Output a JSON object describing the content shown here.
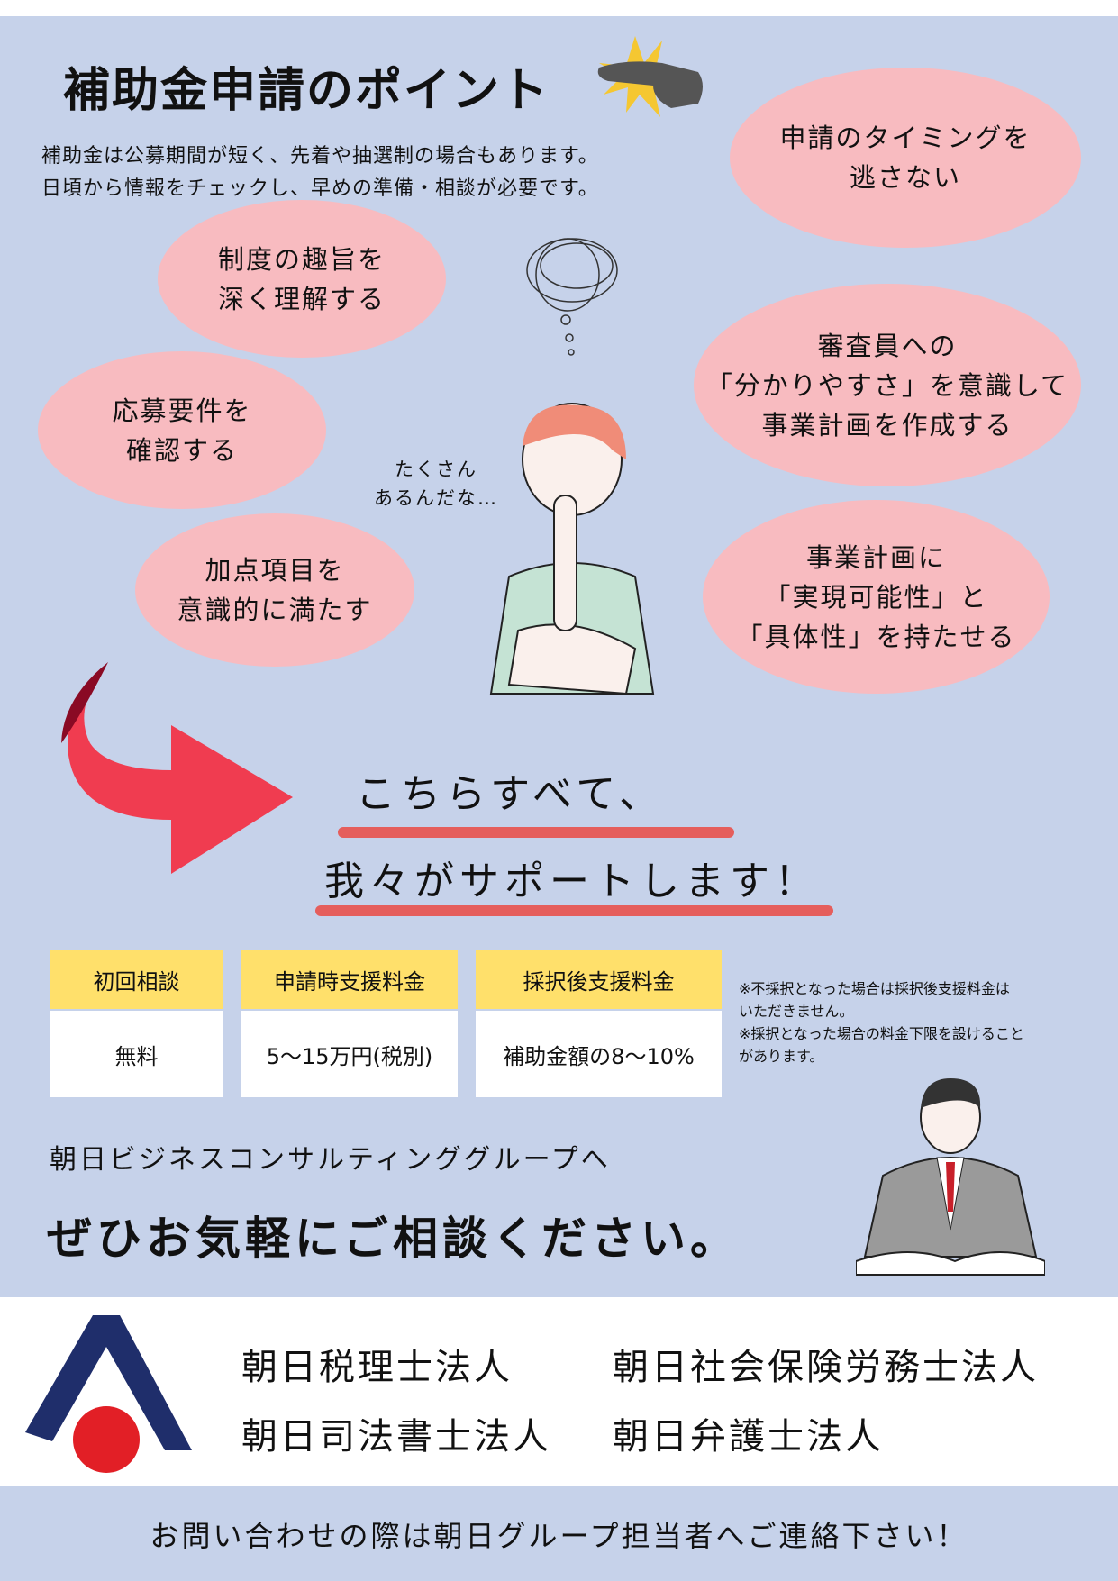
{
  "title": "補助金申請のポイント",
  "intro": [
    "補助金は公募期間が短く、先着や抽選制の場合もあります。",
    "日頃から情報をチェックし、早めの準備・相談が必要です。"
  ],
  "points": {
    "timing": "申請のタイミングを\n逃さない",
    "purpose": "制度の趣旨を\n深く理解する",
    "reviewer": "審査員への\n「分かりやすさ」を意識して\n事業計画を作成する",
    "requirements": "応募要件を\n確認する",
    "bonus": "加点項目を\n意識的に満たす",
    "feasibility": "事業計画に\n「実現可能性」と\n「具体性」を持たせる"
  },
  "thought": "たくさん\nあるんだな…",
  "support": [
    "こちらすべて、",
    "我々がサポートします！"
  ],
  "fees": [
    {
      "label": "初回相談",
      "value": "無料"
    },
    {
      "label": "申請時支援料金",
      "value": "5〜15万円(税別)"
    },
    {
      "label": "採択後支援料金",
      "value": "補助金額の8〜10%"
    }
  ],
  "notes": [
    "※不採択となった場合は採択後支援料金は",
    "いただきません。",
    "※採択となった場合の料金下限を設けること",
    "があります。"
  ],
  "group": "朝日ビジネスコンサルティンググループへ",
  "cta": "ぜひお気軽にご相談ください。",
  "orgs": [
    "朝日税理士法人",
    "朝日社会保険労務士法人",
    "朝日司法書士法人",
    "朝日弁護士法人"
  ],
  "footer": "お問い合わせの際は朝日グループ担当者へご連絡下さい！",
  "colors": {
    "background": "#C6D2EA",
    "bubble": "#F8BBC0",
    "header": "#FFE06B",
    "accent": "#E8514D",
    "logo_navy": "#1F2E6B",
    "logo_red": "#E21F26"
  }
}
